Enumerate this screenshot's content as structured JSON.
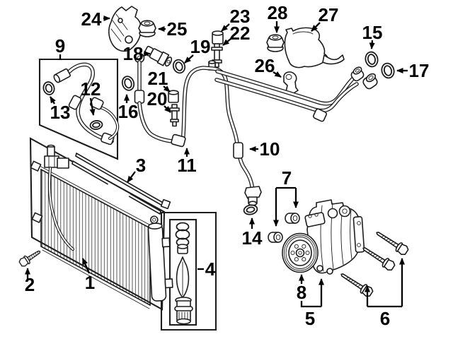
{
  "figure": {
    "kind": "exploded-parts-diagram",
    "colors": {
      "background": "#ffffff",
      "line": "#1d1d1d",
      "label": "#000000"
    }
  },
  "callouts": [
    "1",
    "2",
    "3",
    "4",
    "5",
    "6",
    "7",
    "8",
    "9",
    "10",
    "11",
    "12",
    "13",
    "14",
    "15",
    "16",
    "17",
    "18",
    "19",
    "20",
    "21",
    "22",
    "23",
    "24",
    "25",
    "26",
    "27",
    "28"
  ]
}
